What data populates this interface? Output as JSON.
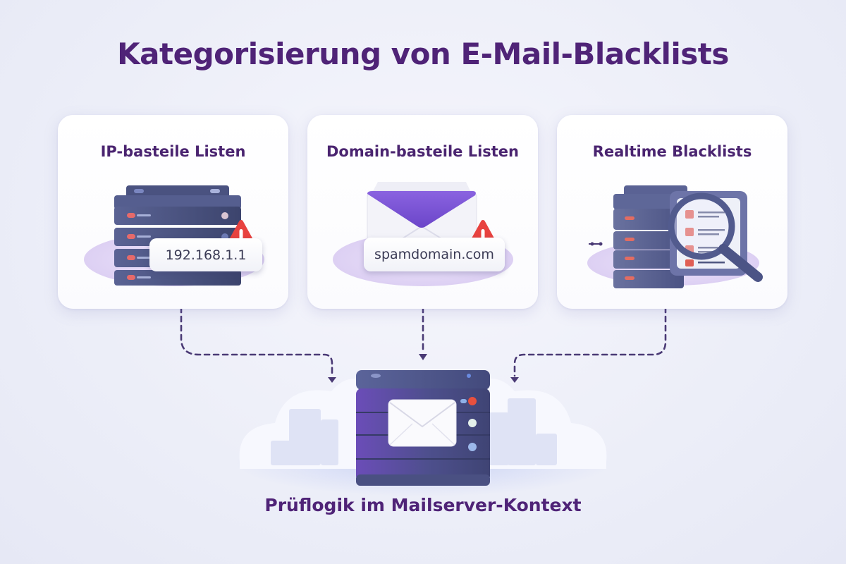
{
  "title": "Kategorisierung von E-Mail-Blacklists",
  "cards": [
    {
      "title": "IP-basteile Listen",
      "icon": "server-rack-icon",
      "badge_icon": "warning-icon",
      "label": "192.168.1.1"
    },
    {
      "title": "Domain-basteile Listen",
      "icon": "envelope-icon",
      "badge_icon": "warning-icon",
      "label": "spamdomain.com"
    },
    {
      "title": "Realtime Blacklists",
      "icon": "server-rack-icon",
      "overlay_icon": "magnifier-checklist-icon"
    }
  ],
  "center": {
    "icon": "mail-server-icon",
    "background_icon": "cloud-city-icon"
  },
  "bottom_label": "Prüflogik im Mailserver-Kontext",
  "colors": {
    "title": "#4f2377",
    "server_dark": "#3e4670",
    "server_light": "#5b6396",
    "envelope_purple": "#7b55d6",
    "warning_red": "#e8423f",
    "connector": "#4a3a75",
    "background": "#eceef8"
  }
}
